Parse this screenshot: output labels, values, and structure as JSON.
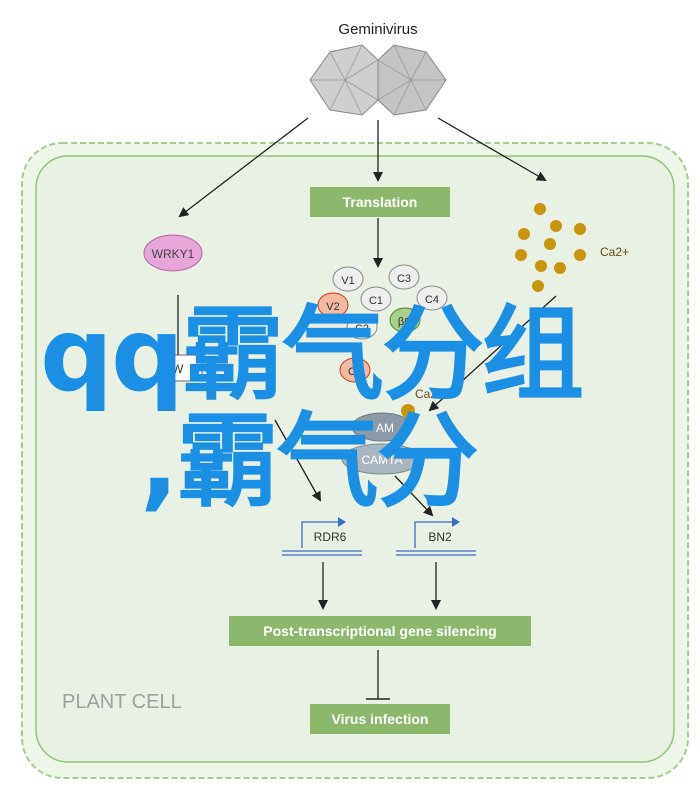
{
  "top_label": "Geminivirus",
  "translation_label": "Translation",
  "wrky_label": "WRKY1",
  "ca_label_top": "Ca2+",
  "ca_label_mid": "Ca2+",
  "proteins": {
    "v1": "V1",
    "c3": "C3",
    "v2": "V2",
    "c1": "C1",
    "c4": "C4",
    "c2": "C2",
    "beta": "βC",
    "c5": "C5"
  },
  "wrky_box_label": "W",
  "cam_label": "AM",
  "camta_label": "CAMTA",
  "rdr6_label": "RDR6",
  "bn2_label": "BN2",
  "ptgs_label": "Post-transcriptional gene silencing",
  "virus_infection_label": "Virus infection",
  "plant_cell_label": "PLANT CELL",
  "overlay_line1": "qq霸气分组",
  "overlay_line2": ",霸气分",
  "colors": {
    "cell_fill": "#e8f1e3",
    "cell_border": "#9fd08c",
    "box_green": "#8db76b",
    "ca_dot": "#b8860b",
    "overlay_blue": "#1a8fe3",
    "wrky_fill": "#e6a6d8",
    "v2_fill": "#f5b8a0",
    "beta_fill": "#a8d08a"
  }
}
